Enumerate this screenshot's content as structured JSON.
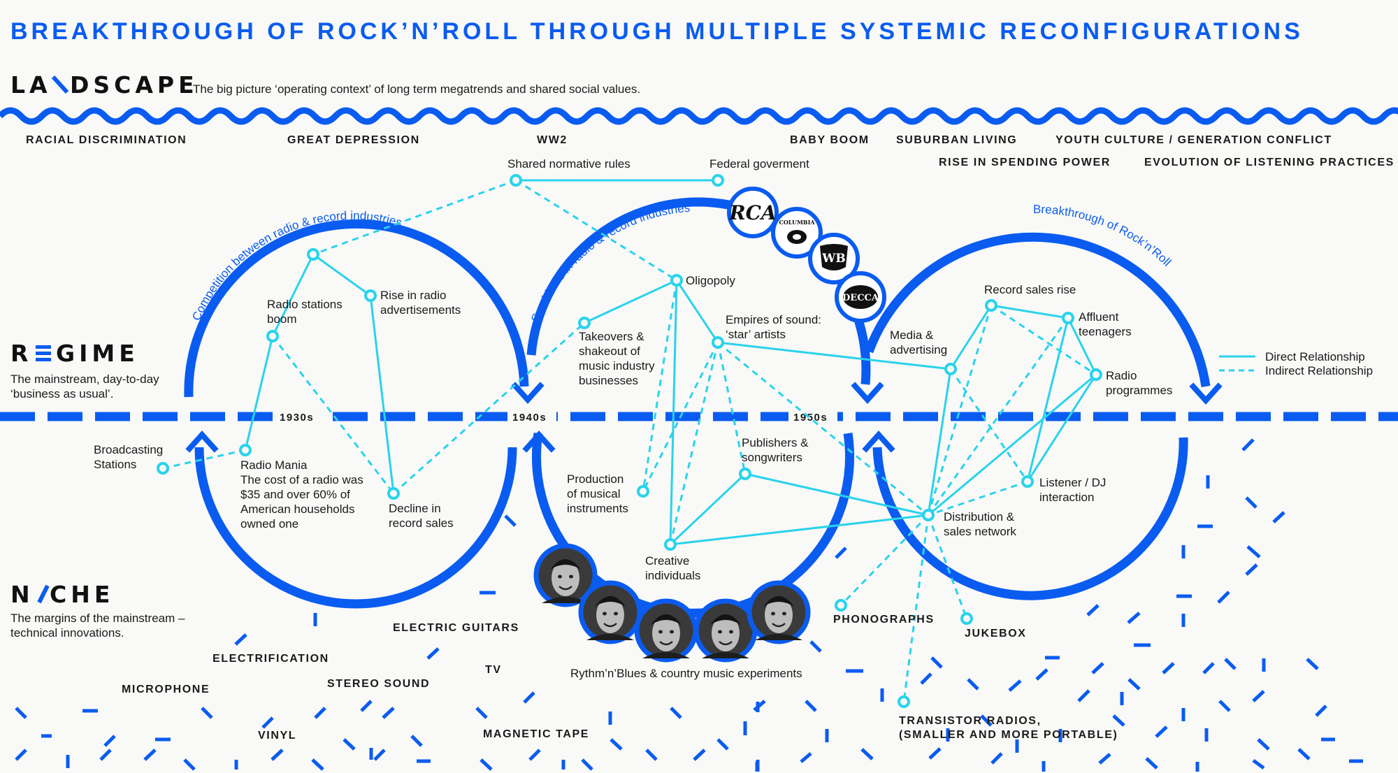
{
  "title": "BREAKTHROUGH OF ROCK’N’ROLL THROUGH MULTIPLE SYSTEMIC RECONFIGURATIONS",
  "colors": {
    "accent": "#0a5cf0",
    "link": "#29d3ec",
    "text": "#1a1a1a",
    "background": "#f9f9f7"
  },
  "levels": {
    "landscape": {
      "heading_pre": "LA",
      "heading_post": "DSCAPE",
      "description": "The big picture ‘operating context’ of long term megatrends and shared social values."
    },
    "regime": {
      "heading_pre": "R",
      "heading_post": "GIME",
      "description_lines": [
        "The mainstream, day-to-day",
        "‘business as usual’."
      ]
    },
    "niche": {
      "heading_pre": "N",
      "heading_post": "CHE",
      "description_lines": [
        "The margins  of the mainstream –",
        "technical innovations."
      ]
    }
  },
  "megatrends": [
    "RACIAL DISCRIMINATION",
    "GREAT DEPRESSION",
    "WW2",
    "BABY BOOM",
    "SUBURBAN LIVING",
    "YOUTH CULTURE / GENERATION CONFLICT",
    "RISE IN SPENDING POWER",
    "EVOLUTION OF LISTENING PRACTICES"
  ],
  "decades": [
    "1930s",
    "1940s",
    "1950s"
  ],
  "arcs": [
    "Competition between radio & record industries",
    "Symbiosis in radio & record industries",
    "Breakthrough of Rock’n’Roll"
  ],
  "nodes": {
    "shared_norms": {
      "label_lines": [
        "Shared normative rules"
      ]
    },
    "federal": {
      "label_lines": [
        "Federal goverment"
      ]
    },
    "radio_boom": {
      "label_lines": [
        "Radio stations",
        "boom"
      ]
    },
    "rise_ads": {
      "label_lines": [
        "Rise in radio",
        "advertisements"
      ]
    },
    "broadcasting": {
      "label_lines": [
        "Broadcasting",
        "Stations"
      ]
    },
    "radio_mania": {
      "label_lines": [
        "Radio Mania",
        "The cost of a radio was",
        "$35 and over 60% of",
        "American households",
        "owned one"
      ]
    },
    "decline": {
      "label_lines": [
        "Decline in",
        "record sales"
      ]
    },
    "oligopoly": {
      "label_lines": [
        "Oligopoly"
      ]
    },
    "takeovers": {
      "label_lines": [
        "Takeovers &",
        "shakeout of",
        "music industry",
        "businesses"
      ]
    },
    "empires": {
      "label_lines": [
        "Empires of sound:",
        "‘star’ artists"
      ]
    },
    "production": {
      "label_lines": [
        "Production",
        "of musical",
        "instruments"
      ]
    },
    "publishers": {
      "label_lines": [
        "Publishers &",
        "songwriters"
      ]
    },
    "creative": {
      "label_lines": [
        "Creative",
        "individuals"
      ]
    },
    "media": {
      "label_lines": [
        "Media &",
        "advertising"
      ]
    },
    "record_rise": {
      "label_lines": [
        "Record sales rise"
      ]
    },
    "affluent": {
      "label_lines": [
        "Affluent",
        "teenagers"
      ]
    },
    "radio_prog": {
      "label_lines": [
        "Radio",
        "programmes"
      ]
    },
    "listener_dj": {
      "label_lines": [
        "Listener / DJ",
        "interaction"
      ]
    },
    "distribution": {
      "label_lines": [
        "Distribution &",
        "sales network"
      ]
    },
    "phonographs": {
      "label_lines": [
        "PHONOGRAPHS"
      ]
    },
    "jukebox": {
      "label_lines": [
        "JUKEBOX"
      ]
    },
    "transistor": {
      "label_lines": [
        "TRANSISTOR RADIOS,",
        "(SMALLER AND MORE PORTABLE)"
      ]
    }
  },
  "niche_innovations": [
    "ELECTRIC GUITARS",
    "ELECTRIFICATION",
    "MICROPHONE",
    "STEREO SOUND",
    "TV",
    "VINYL",
    "MAGNETIC TAPE"
  ],
  "legend": {
    "direct": "Direct Relationship",
    "indirect": "Indirect Relationship"
  },
  "artists_caption": "Rythm’n’Blues & country music experiments",
  "labels": [
    "RCA",
    "COLUMBIA",
    "WB",
    "DECCA"
  ],
  "icons": [
    "wave-divider",
    "record-label-logo",
    "artist-portrait",
    "arrow-head"
  ]
}
